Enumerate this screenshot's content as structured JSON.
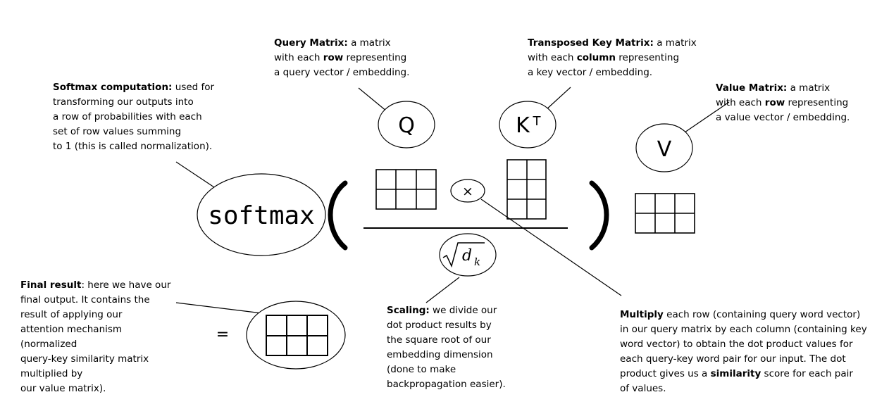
{
  "formula": {
    "func": "softmax",
    "query_symbol": "Q",
    "key_symbol": "K",
    "key_superscript": "T",
    "value_symbol": "V",
    "multiply_symbol": "×",
    "equals_symbol": "=",
    "sqrt_var": "d",
    "sqrt_sub": "k"
  },
  "notes": {
    "query": {
      "bold": "Query Matrix:",
      "rest": " a matrix",
      "line2_pre": "with each ",
      "line2_bold": "row",
      "line2_post": " representing",
      "line3": "a query vector / embedding."
    },
    "key": {
      "bold": "Transposed Key Matrix:",
      "rest": " a matrix",
      "line2_pre": "with each ",
      "line2_bold": "column",
      "line2_post": " representing",
      "line3": "a key vector / embedding."
    },
    "value": {
      "bold": "Value Matrix:",
      "rest": " a matrix",
      "line2_pre": "with each ",
      "line2_bold": "row",
      "line2_post": " representing",
      "line3": "a value vector / embedding."
    },
    "softmax": {
      "bold": "Softmax computation:",
      "rest": " used for",
      "lines": [
        "transforming our outputs into",
        "a row of probabilities with each",
        "set of row values summing",
        "to 1 (this is called normalization)."
      ]
    },
    "final": {
      "bold": "Final result",
      "rest": ": here we have our",
      "lines": [
        "final output. It contains the",
        "result of applying our",
        "attention mechanism",
        "(normalized",
        "query-key similarity matrix",
        "multiplied by",
        "our value matrix)."
      ]
    },
    "scaling": {
      "bold": "Scaling:",
      "rest": " we divide our",
      "lines": [
        "dot product results by",
        "the square root of our",
        "embedding dimension",
        "(done to make",
        "backpropagation easier)."
      ]
    },
    "multiply": {
      "bold": "Multiply",
      "rest": " each row (containing query word vector)",
      "lines": [
        "in our query matrix by each column (containing key",
        "word vector) to obtain the dot product values for",
        "each query-key word pair for our input. The dot"
      ],
      "last_pre": "product gives us a ",
      "last_bold": "similarity",
      "last_post": " score for each pair",
      "final_line": "of values."
    }
  }
}
